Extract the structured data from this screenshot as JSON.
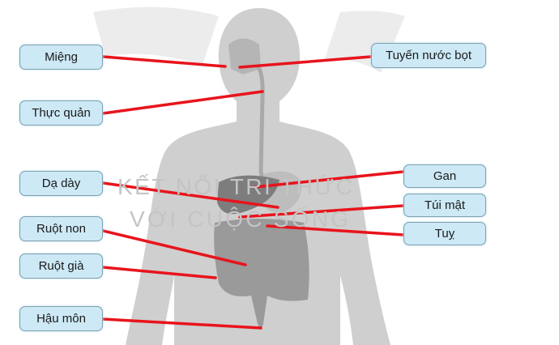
{
  "title": "Hệ tiêu hóa",
  "watermark": [
    "KẾT NỐI TRI THỨC",
    "VỚI CUỘC SỐNG"
  ],
  "labels": {
    "mieng": "Miệng",
    "thuc_quan": "Thực quản",
    "da_day": "Dạ dày",
    "ruot_non": "Ruột non",
    "ruot_gia": "Ruột già",
    "hau_mon": "Hậu môn",
    "tuyen_nuoc_bot": "Tuyến nước bọt",
    "gan": "Gan",
    "tui_mat": "Túi mật",
    "tuy": "Tuỵ"
  },
  "colors": {
    "line": "#e8141c",
    "label_bg": "#cde9f6",
    "silhouette": "#cfcfcf"
  }
}
